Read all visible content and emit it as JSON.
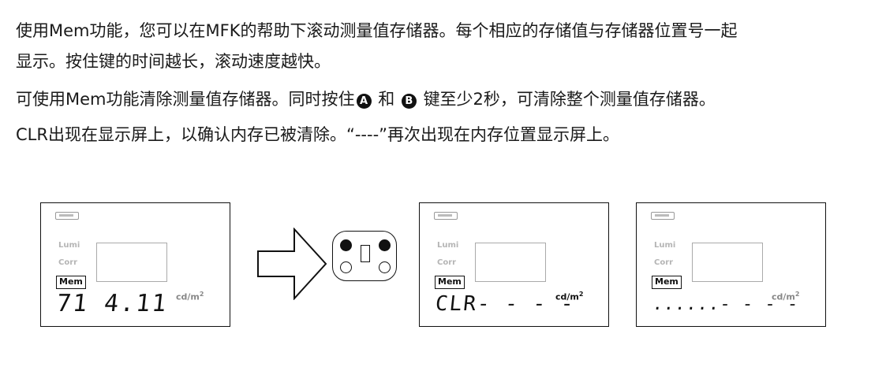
{
  "paragraph1": {
    "line1": "使用Mem功能，您可以在MFK的帮助下滚动测量值存储器。每个相应的存储值与存储器位置号一起",
    "line2": "显示。按住键的时间越长，滚动速度越快。"
  },
  "paragraph2": {
    "line1_a": "可使用Mem功能清除测量值存储器。同时按住",
    "button_a": "A",
    "line1_and": "和",
    "button_b": "B",
    "line1_b": "键至少2秒，可清除整个测量值存储器。",
    "line2": "CLR出现在显示屏上，以确认内存已被清除。“----”再次出现在内存位置显示屏上。"
  },
  "display1": {
    "label_lumi": "Lumi",
    "label_corr": "Corr",
    "mem": "Mem",
    "readout": "71 4.11",
    "unit": "cd/m",
    "unit_exp": "2"
  },
  "display2": {
    "label_lumi": "Lumi",
    "label_corr": "Corr",
    "mem": "Mem",
    "readout": "CLR- - - -",
    "unit": "cd/m",
    "unit_exp": "2"
  },
  "display3": {
    "label_lumi": "Lumi",
    "label_corr": "Corr",
    "mem": "Mem",
    "readout": "......- - - -",
    "unit": "cd/m",
    "unit_exp": "2"
  }
}
